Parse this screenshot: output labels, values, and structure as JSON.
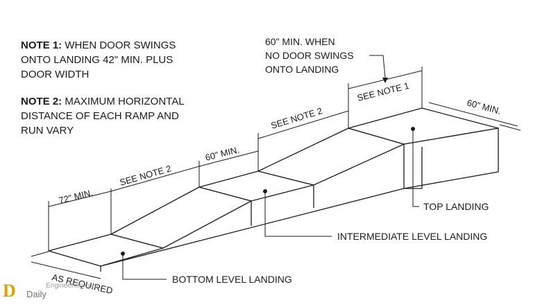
{
  "notes": {
    "note1_label": "NOTE 1:",
    "note1_text": " WHEN DOOR SWINGS ONTO LANDING 42\" MIN. PLUS DOOR WIDTH",
    "note2_label": "NOTE 2:",
    "note2_text": " MAXIMUM HORIZONTAL DISTANCE OF EACH RAMP AND RUN VARY"
  },
  "dimensions": {
    "top_no_door_line1": "60\" MIN. WHEN",
    "top_no_door_line2": "NO DOOR SWINGS",
    "top_no_door_line3": "ONTO LANDING",
    "see_note_1": "SEE NOTE 1",
    "see_note_2": "SEE NOTE 2",
    "sixty_min": "60\" MIN.",
    "seventy_two_min": "72\" MIN.",
    "as_required": "AS REQUIRED"
  },
  "labels": {
    "top_landing": "TOP LANDING",
    "intermediate_landing": "INTERMEDIATE LEVEL LANDING",
    "bottom_landing": "BOTTOM LEVEL LANDING"
  },
  "watermark": {
    "logo": "D",
    "brand": "Daily",
    "site": "Engineering.com"
  }
}
